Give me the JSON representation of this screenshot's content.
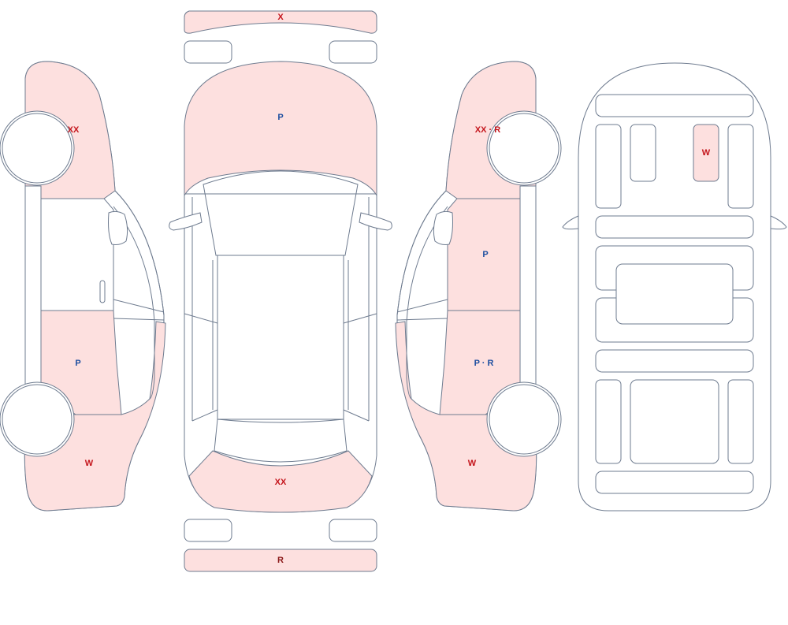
{
  "colors": {
    "damage_fill": "#fde0df",
    "outline": "#6e7b8f",
    "code_red": "#c4141b",
    "code_blue": "#1e4fa0",
    "code_dark_red": "#8b1a1a"
  },
  "parts": {
    "front_bumper": {
      "label": "X",
      "color": "#c4141b"
    },
    "hood": {
      "label": "P",
      "color": "#1e4fa0"
    },
    "trunk_lid": {
      "label": "XX",
      "color": "#c4141b"
    },
    "rear_bumper": {
      "label": "R",
      "color": "#8b1a1a"
    },
    "left_front_fender": {
      "label": "XX",
      "color": "#c4141b"
    },
    "left_rear_door": {
      "label": "P",
      "color": "#1e4fa0"
    },
    "left_rear_quarter": {
      "label": "W",
      "color": "#c4141b"
    },
    "right_front_fender": {
      "label": "XX · R",
      "color": "#c4141b"
    },
    "right_front_door": {
      "label": "P",
      "color": "#1e4fa0"
    },
    "right_rear_door": {
      "label": "P · R",
      "color": "#1e4fa0"
    },
    "right_rear_quarter": {
      "label": "W",
      "color": "#c4141b"
    },
    "interior_seat": {
      "label": "W",
      "color": "#c4141b"
    }
  }
}
